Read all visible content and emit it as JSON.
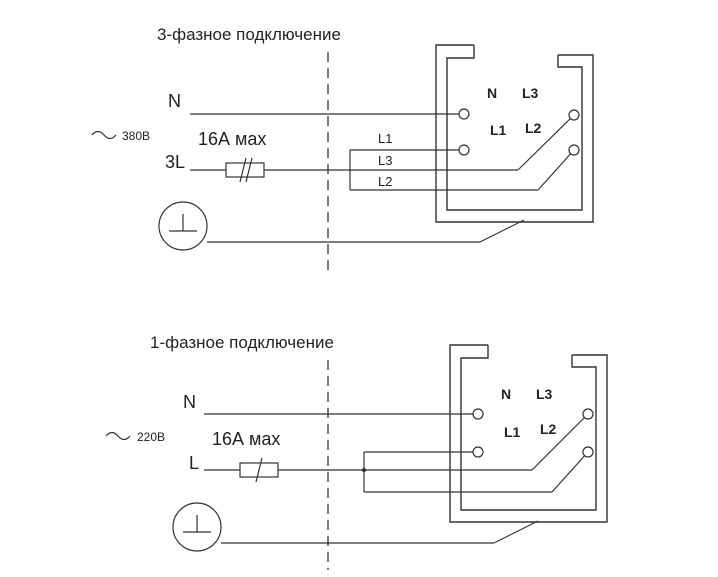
{
  "diagrams": [
    {
      "title": "3-фазное подключение",
      "neutral_label": "N",
      "phase_label": "3L",
      "voltage_label": "380В",
      "fuse_label": "16А мах",
      "wire_labels": [
        "L1",
        "L3",
        "L2"
      ],
      "terminals": {
        "n": "N",
        "l3": "L3",
        "l1": "L1",
        "l2": "L2"
      }
    },
    {
      "title": "1-фазное подключение",
      "neutral_label": "N",
      "phase_label": "L",
      "voltage_label": "220В",
      "fuse_label": "16А мах",
      "terminals": {
        "n": "N",
        "l3": "L3",
        "l1": "L1",
        "l2": "L2"
      }
    }
  ],
  "icons": {
    "wave": "tilde-icon",
    "ground": "ground-icon",
    "fuse": "fuse-icon"
  }
}
